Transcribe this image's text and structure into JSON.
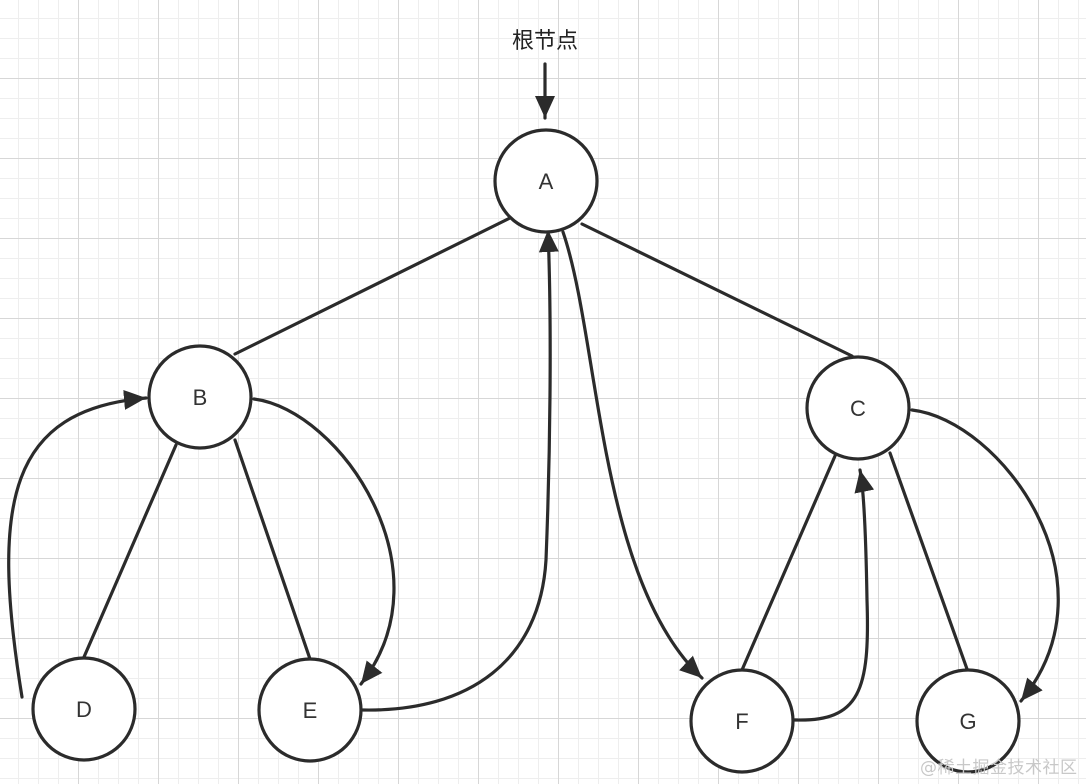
{
  "root_label": "根节点",
  "nodes": {
    "A": "A",
    "B": "B",
    "C": "C",
    "D": "D",
    "E": "E",
    "F": "F",
    "G": "G"
  },
  "colors": {
    "stroke": "#2b2b2b",
    "node_fill": "#ffffff",
    "grid_major": "#d7d7d7",
    "grid_minor": "#eeeeee"
  },
  "watermark": "@稀土掘金技术社区"
}
